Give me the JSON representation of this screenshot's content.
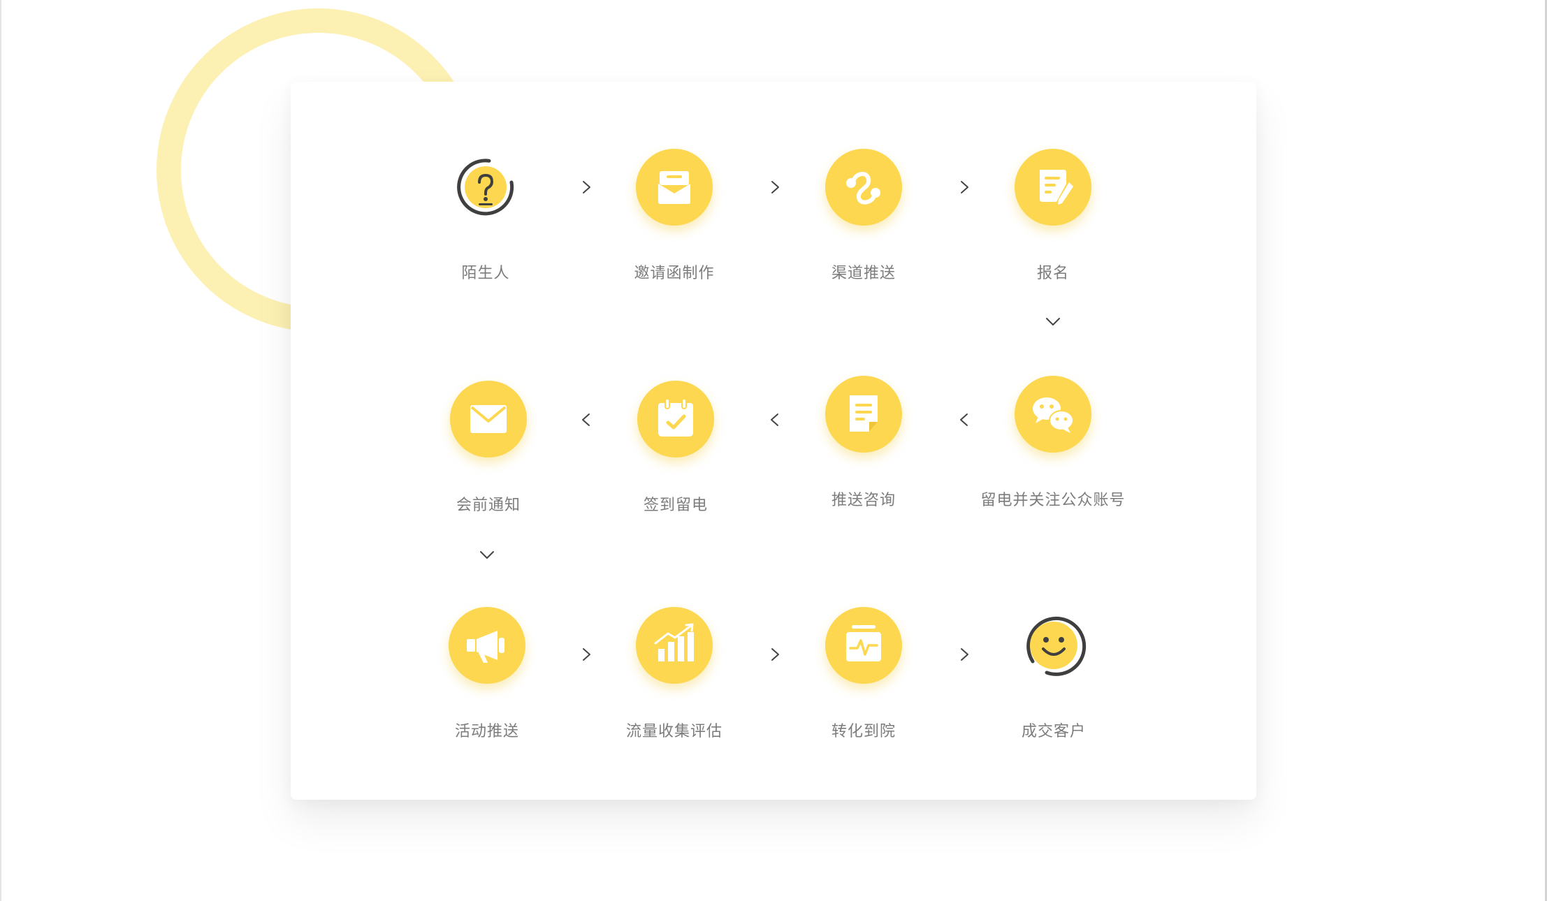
{
  "colors": {
    "accent": "#fcd74f",
    "ring_decoration": "#fdf0b3",
    "dark_stroke": "#3f3f3f",
    "label_text": "#7c7c7c"
  },
  "flow": {
    "nodes": [
      {
        "id": "stranger",
        "label": "陌生人",
        "icon": "question-icon"
      },
      {
        "id": "invitation",
        "label": "邀请函制作",
        "icon": "envelope-open-icon"
      },
      {
        "id": "channel",
        "label": "渠道推送",
        "icon": "channel-route-icon"
      },
      {
        "id": "signup",
        "label": "报名",
        "icon": "form-edit-icon"
      },
      {
        "id": "follow",
        "label": "留电并关注公众账号",
        "icon": "wechat-icon"
      },
      {
        "id": "consult",
        "label": "推送咨询",
        "icon": "document-icon"
      },
      {
        "id": "checkin",
        "label": "签到留电",
        "icon": "calendar-check-icon"
      },
      {
        "id": "notice",
        "label": "会前通知",
        "icon": "mail-icon"
      },
      {
        "id": "activity",
        "label": "活动推送",
        "icon": "megaphone-icon"
      },
      {
        "id": "traffic",
        "label": "流量收集评估",
        "icon": "bar-chart-icon"
      },
      {
        "id": "conversion",
        "label": "转化到院",
        "icon": "pulse-monitor-icon"
      },
      {
        "id": "customer",
        "label": "成交客户",
        "icon": "smiley-icon"
      }
    ]
  }
}
